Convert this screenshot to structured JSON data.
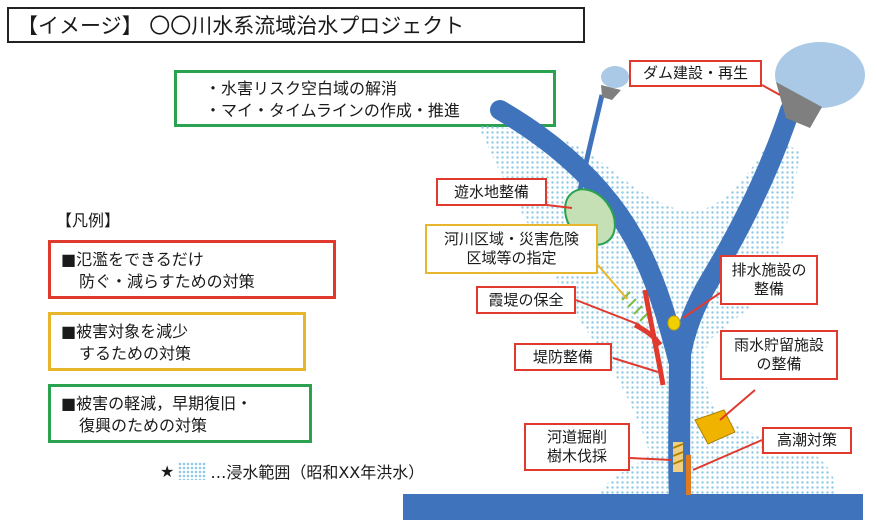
{
  "title": "【イメージ】 〇〇川水系流域治水プロジェクト",
  "goals": [
    "・水害リスク空白域の解消",
    "・マイ・タイムラインの作成・推進"
  ],
  "legend": {
    "title": "【凡例】",
    "items": [
      {
        "lines": [
          "■氾濫をできるだけ",
          "防ぐ・減らすための対策"
        ],
        "color": "#e03a2f"
      },
      {
        "lines": [
          "■被害対象を減少",
          "するための対策"
        ],
        "color": "#e8b62a"
      },
      {
        "lines": [
          "■被害の軽減，早期復旧・",
          "復興のための対策"
        ],
        "color": "#2aa24f"
      }
    ],
    "flood_marker": "★",
    "flood_text": "…浸水範囲（昭和XX年洪水）"
  },
  "labels": {
    "dam": "ダム建設・再生",
    "retention_area": "遊水地整備",
    "river_zone": [
      "河川区域・災害危険",
      "区域等の指定"
    ],
    "open_levee": "霞堤の保全",
    "drainage": [
      "排水施設の",
      "整備"
    ],
    "embankment": "堤防整備",
    "rainwater": [
      "雨水貯留施設",
      "の整備"
    ],
    "dredging": [
      "河道掘削",
      "樹木伐採"
    ],
    "storm_surge": "高潮対策"
  },
  "colors": {
    "river": "#3f74bd",
    "flood": "#8ecae6",
    "reservoir": "#a9c9e6",
    "red": "#e03a2f",
    "yellow": "#e8b62a",
    "green": "#2aa24f",
    "retention": "#c5e0b4",
    "rainwater": "#f0b400"
  }
}
